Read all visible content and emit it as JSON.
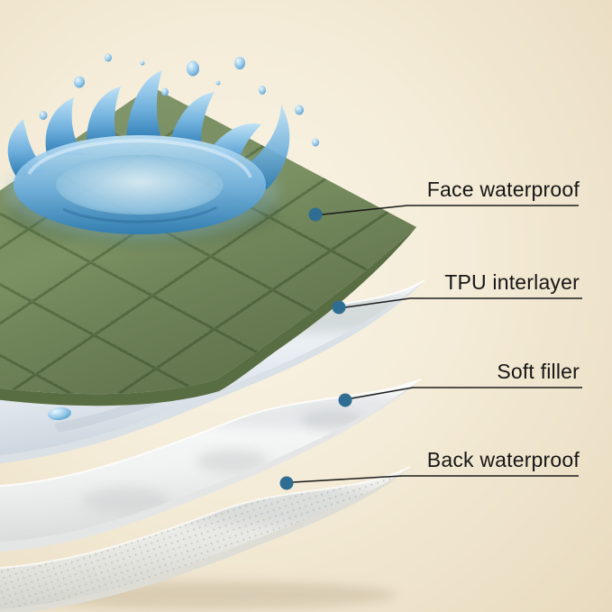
{
  "figure": {
    "type": "layered-fabric-diagram",
    "background": {
      "center_color": "#faf4e6",
      "edge_color": "#e8dabe"
    },
    "leader": {
      "line_color": "#1c1c1c",
      "dot_color": "#2f6e92"
    },
    "labels": [
      {
        "text": "Face waterproof"
      },
      {
        "text": "TPU interlayer"
      },
      {
        "text": "Soft filler"
      },
      {
        "text": "Back waterproof"
      }
    ],
    "layers": [
      {
        "name": "face-waterproof-layer",
        "material_color": "#7e9465"
      },
      {
        "name": "tpu-interlayer",
        "material_color": "#e9eef3"
      },
      {
        "name": "soft-filler-layer",
        "material_color": "#f1f2f2"
      },
      {
        "name": "back-waterproof-layer",
        "material_color": "#e8e8e4"
      },
      {
        "name": "water-splash",
        "material_color": "#6fb0dd"
      }
    ]
  }
}
